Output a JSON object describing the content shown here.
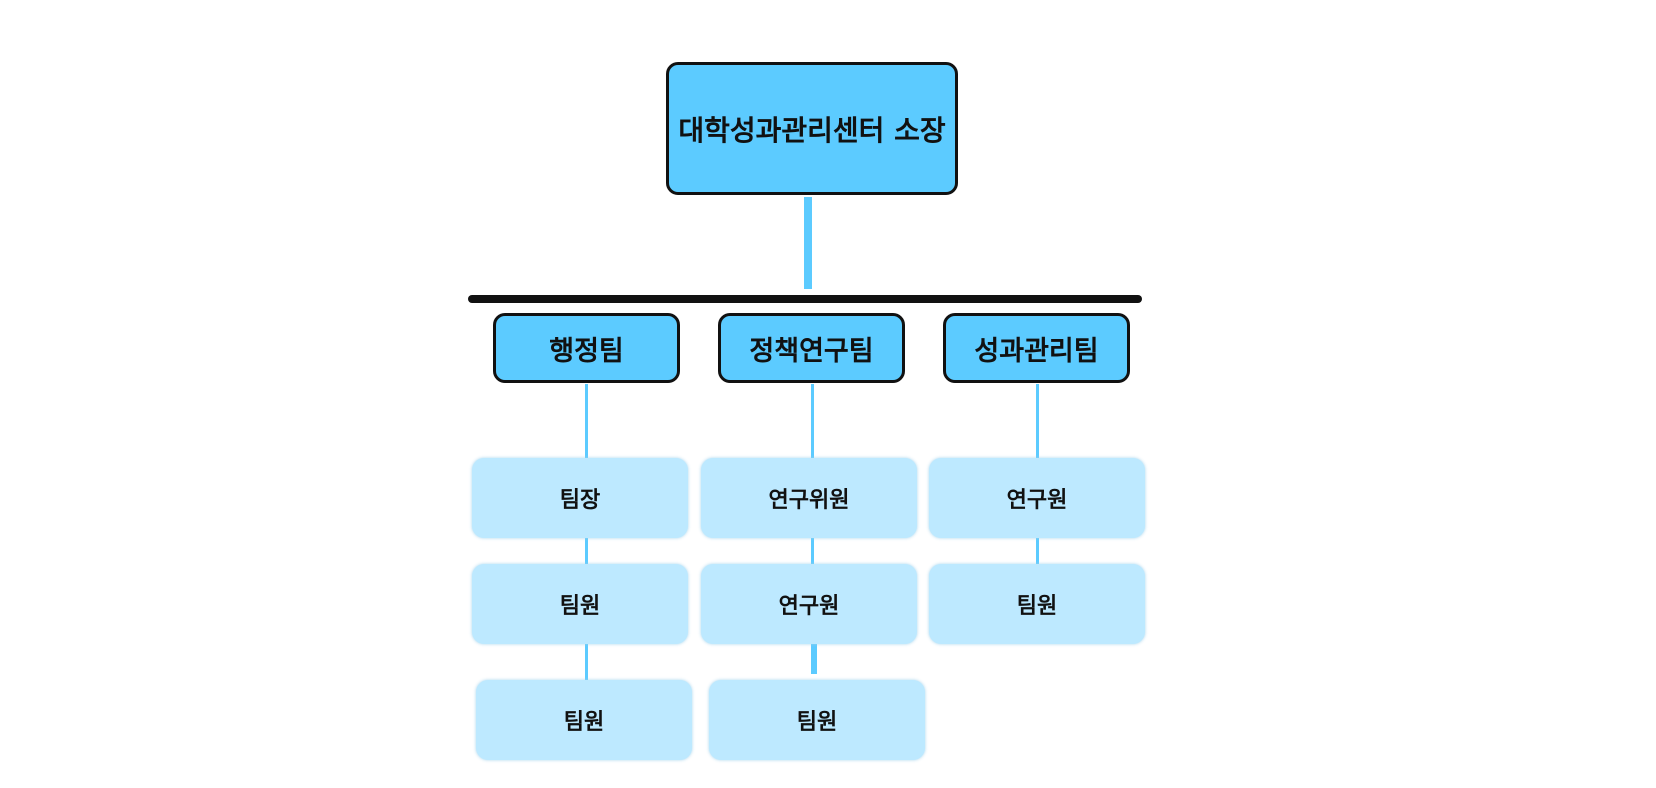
{
  "org_chart": {
    "director": "대학성과관리센터 소장",
    "teams": [
      {
        "name": "행정팀",
        "members": [
          "팀장",
          "팀원",
          "팀원"
        ]
      },
      {
        "name": "정책연구팀",
        "members": [
          "연구위원",
          "연구원",
          "팀원"
        ]
      },
      {
        "name": "성과관리팀",
        "members": [
          "연구원",
          "팀원"
        ]
      }
    ],
    "colors": {
      "header_fill": "#5ccbff",
      "member_fill": "#bde9ff",
      "border": "#111111",
      "connector": "#5ccbff"
    }
  }
}
